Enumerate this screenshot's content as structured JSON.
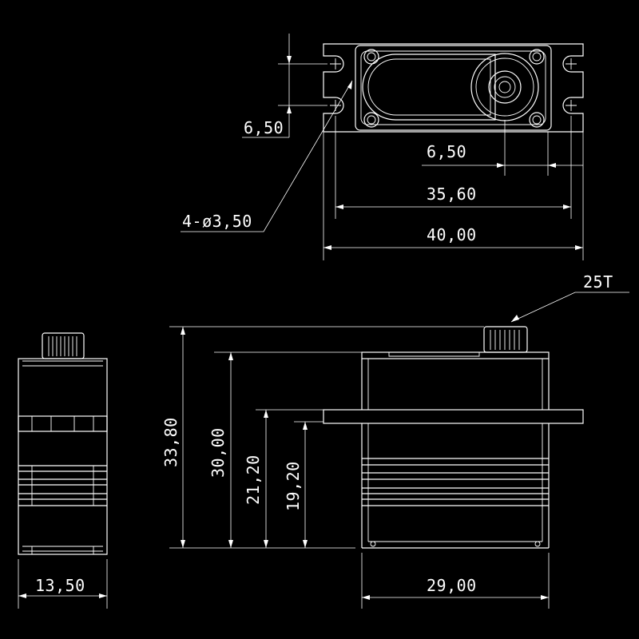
{
  "dimensions": {
    "top_view": {
      "hole_pitch": "6,50",
      "spline_offset": "6,50",
      "hole_spacing": "35,60",
      "overall_length": "40,00",
      "mounting_holes": "4-ø3,50"
    },
    "front_view": {
      "spline": "25T",
      "total_height": "33,80",
      "body_height": "30,00",
      "flange_height": "21,20",
      "lower_height": "19,20",
      "body_width": "29,00"
    },
    "side_view": {
      "width": "13,50"
    }
  }
}
